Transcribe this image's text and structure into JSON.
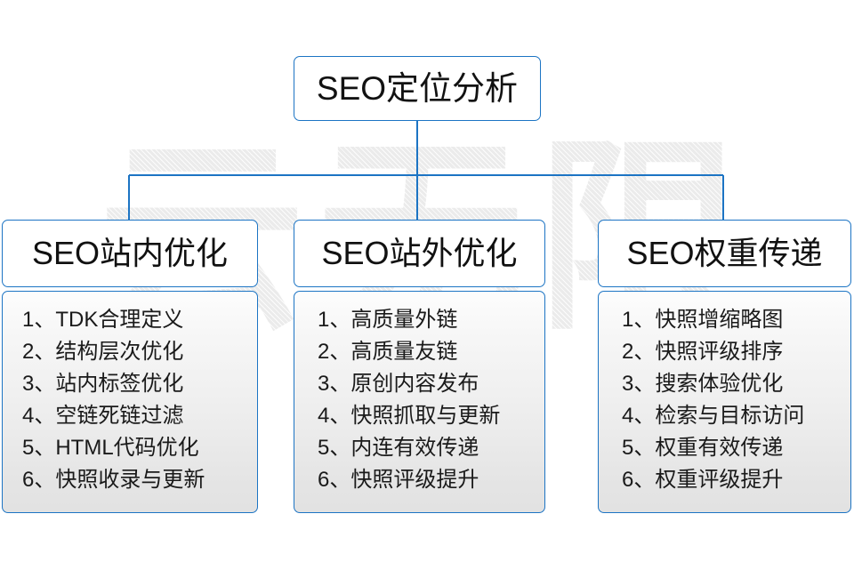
{
  "watermark": {
    "text": "云无限"
  },
  "root": {
    "label": "SEO定位分析"
  },
  "colors": {
    "border_blue": "#1c74c4",
    "text_dark": "#111111",
    "panel_gradient_top": "#fdfdfd",
    "panel_gradient_bottom": "#e2e2e2",
    "watermark_gray": "#ebebeb"
  },
  "columns": [
    {
      "header": "SEO站内优化",
      "items": [
        "1、TDK合理定义",
        "2、结构层次优化",
        "3、站内标签优化",
        "4、空链死链过滤",
        "5、HTML代码优化",
        "6、快照收录与更新"
      ]
    },
    {
      "header": "SEO站外优化",
      "items": [
        "1、高质量外链",
        "2、高质量友链",
        "3、原创内容发布",
        "4、快照抓取与更新",
        "5、内连有效传递",
        "6、快照评级提升"
      ]
    },
    {
      "header": "SEO权重传递",
      "items": [
        "1、快照增缩略图",
        "2、快照评级排序",
        "3、搜索体验优化",
        "4、检索与目标访问",
        "5、权重有效传递",
        "6、权重评级提升"
      ]
    }
  ]
}
